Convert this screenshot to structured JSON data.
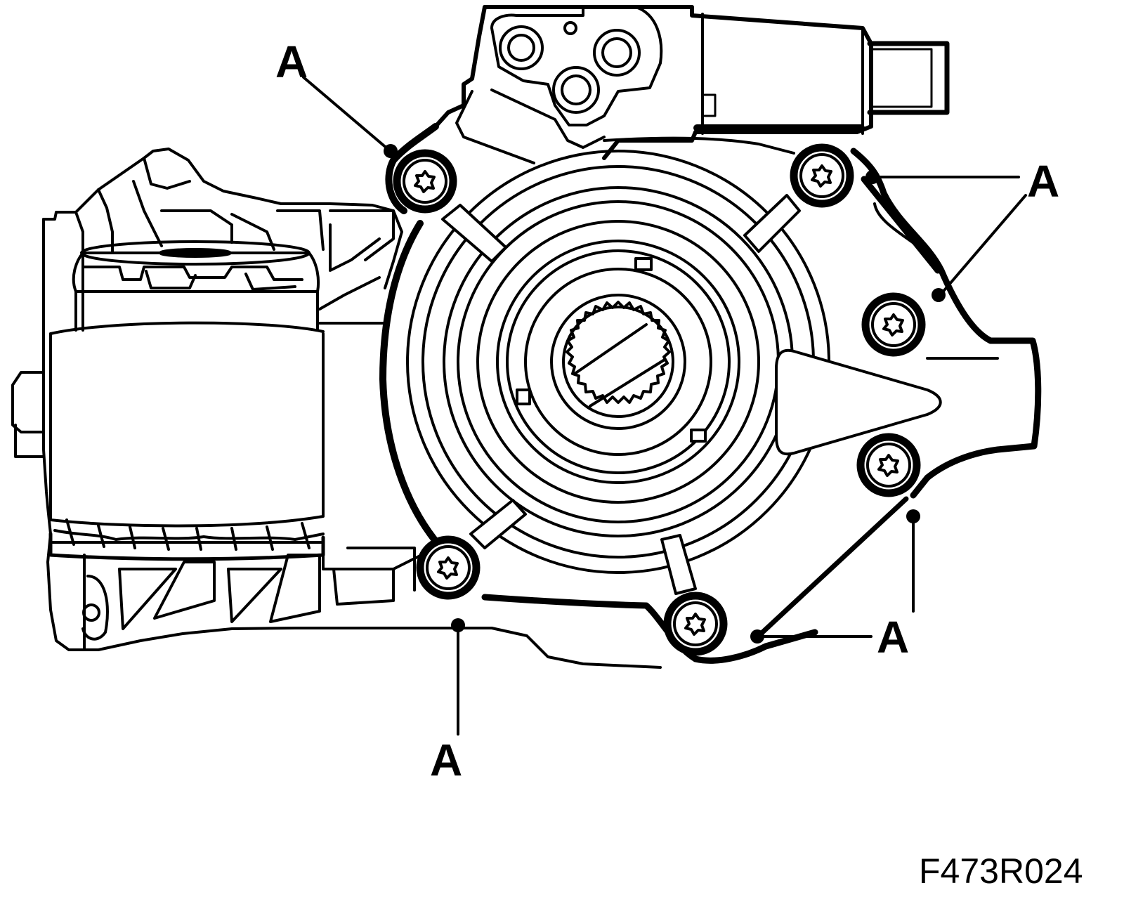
{
  "callouts": {
    "top_left": "A",
    "right": "A",
    "bottom_right": "A",
    "bottom": "A"
  },
  "figure_code": "F473R024",
  "colors": {
    "ink": "#000000",
    "paper": "#ffffff"
  },
  "icons": [
    "torx-bolt-icon"
  ]
}
